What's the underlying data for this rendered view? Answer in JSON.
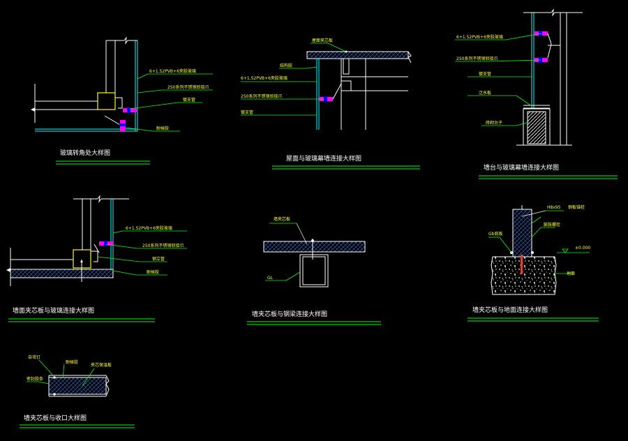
{
  "colors": {
    "background": "#000000",
    "structure": "#ffffff",
    "glass": "#00ffff",
    "leader": "#00ff00",
    "labels": "#ffff00",
    "titles": "#ffffff",
    "fitting": "#ff00ff",
    "bolt": "#0000ff",
    "block": "#ffff00",
    "anchor": "#ff0000"
  },
  "details": [
    {
      "title": "玻璃转角处大样图",
      "labels": [
        "6+1.52PVB+6夹胶玻璃",
        "250系列不锈钢驳接爪",
        "镀支管",
        "耐候胶"
      ]
    },
    {
      "title": "屋面与玻璃幕墙连接大样图",
      "labels": [
        "屋面夹芯板",
        "结构胶",
        "6+1.52PVB+6夹胶玻璃",
        "250系列不锈钢驳接爪",
        "镀支管"
      ]
    },
    {
      "title": "墙台与玻璃幕墙连接大样图",
      "labels": [
        "6+1.52PVB+6夹胶玻璃",
        "250系列不锈钢驳接爪",
        "镀支管",
        "泛水板",
        "砖砌台子"
      ]
    },
    {
      "title": "墙面夹芯板与玻璃连接大样图",
      "labels": [
        "6+1.52PVB+6夹胶玻璃",
        "250系列不锈钢驳接爪",
        "钢立管",
        "耐候胶"
      ]
    },
    {
      "title": "墙夹芯板与钢梁连接大样图",
      "labels": [
        "墙夹芯板",
        "GL"
      ]
    },
    {
      "title": "墙夹芯板与地面连接大样图",
      "labels": [
        "H8x95",
        "钢板锚栓",
        "膨胀螺栓",
        "Gb底板",
        "±0.000",
        "地面"
      ]
    },
    {
      "title": "墙夹芯板与收口大样图",
      "labels": [
        "自攻钉",
        "耐候胶",
        "夹芯保温板",
        "密封胶条"
      ]
    }
  ]
}
